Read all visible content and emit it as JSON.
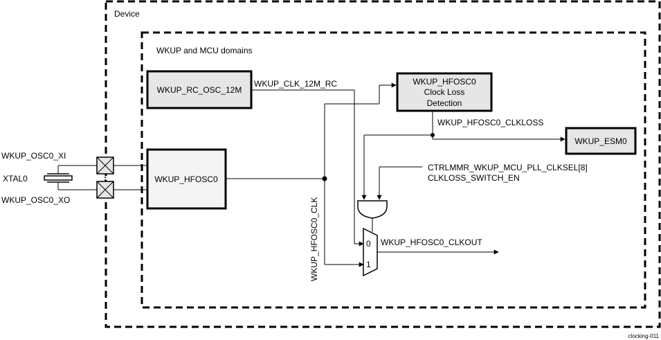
{
  "outer_box": {
    "label": "Device"
  },
  "inner_box": {
    "label": "WKUP and MCU domains"
  },
  "blocks": {
    "rc_osc": "WKUP_RC_OSC_12M",
    "hfosc": "WKUP_HFOSC0",
    "clock_loss": [
      "WKUP_HFOSC0",
      "Clock Loss",
      "Detection"
    ],
    "esm": "WKUP_ESM0"
  },
  "signals": {
    "clk_12m_rc": "WKUP_CLK_12M_RC",
    "clkloss": "WKUP_HFOSC0_CLKLOSS",
    "ctrl_line1": "CTRLMMR_WKUP_MCU_PLL_CLKSEL[8]",
    "ctrl_line2": "CLKLOSS_SWITCH_EN",
    "hfosc_clk": "WKUP_HFOSC0_CLK",
    "clkout": "WKUP_HFOSC0_CLKOUT",
    "mux_in0": "0",
    "mux_in1": "1"
  },
  "pins": {
    "xi": "WKUP_OSC0_XI",
    "xtal": "XTAL0",
    "xo": "WKUP_OSC0_XO"
  },
  "figure_id": "clocking-011"
}
